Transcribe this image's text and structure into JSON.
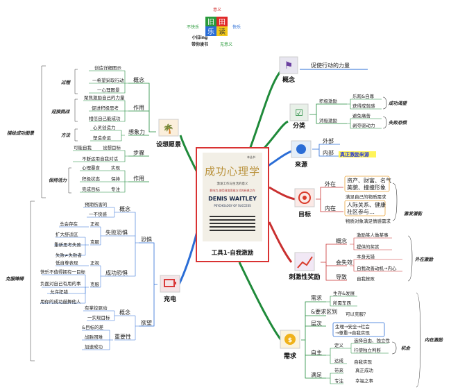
{
  "logo": {
    "top": "意义",
    "left": "不快乐",
    "right": "快乐",
    "bottom": "无意义",
    "cells": [
      "旧",
      "田",
      "乐",
      "读"
    ],
    "brand1": "小旧ing",
    "brand2": "带你读书"
  },
  "center": {
    "cover_title": "成功心理学",
    "cover_sub": "激发工作与生活的意义",
    "cover_tag": "影响力,使用改变思维方式的经典之作",
    "author": "DENIS WAITLEY",
    "author_sub": "PSYCHOLOGY OF SUCCESS",
    "publisher": "本丛书",
    "label": "工具1-自我激励"
  },
  "branches": {
    "concept": {
      "title": "概念",
      "items": [
        "促使行动的力量"
      ]
    },
    "classify": {
      "title": "分类",
      "pos": "积极激励",
      "neg": "消极激励",
      "pos_items": [
        "乐观&自尊",
        "获得成就感"
      ],
      "neg_items": [
        "避免痛苦",
        "剥夺驱动力"
      ],
      "pos_note": "成功渴望",
      "neg_note": "失败恐惧"
    },
    "source": {
      "title": "来源",
      "items": [
        "外部",
        "内部"
      ],
      "highlight": "真正激励来源"
    },
    "goal": {
      "title": "目标",
      "outer": "外在",
      "inner": "内在",
      "outer_text1": "资产、财富、名气",
      "outer_text2": "美貌、撞撞形象",
      "outer_note": "满足自己的物质需求",
      "inner_text1": "人际关系、健康",
      "inner_text2": "社区参与…",
      "inner_note": "物质对象满足情感需求",
      "note": "激发潜能"
    },
    "stimulus": {
      "title": "刺激性奖励",
      "items": [
        "概念",
        "会失效",
        "导致"
      ],
      "c_items": [
        "激励某人做某事",
        "提供的奖赏"
      ],
      "f_items": [
        "本身无错",
        "自我改善动机→内心"
      ],
      "d_items": [
        "自我挫败"
      ],
      "note": "外在激励"
    },
    "need": {
      "title": "需求",
      "items": [
        "需求",
        "&要求区别",
        "层次",
        "自主",
        "满足"
      ],
      "need_items": [
        "生存&发展",
        "所需东西"
      ],
      "diff_items": [
        "可以克服？"
      ],
      "level_items": [
        "生理→安全→社会",
        "→尊重→自我实现"
      ],
      "auto_items": [
        "定义",
        "达成"
      ],
      "def_items": [
        "选择自由、独立性",
        "行使独立判断"
      ],
      "reach_items": [
        "自我实现"
      ],
      "sat_items": [
        "带来",
        "专注"
      ],
      "bring": "真正成功",
      "focus": "幸福之事",
      "note_chance": "机会",
      "note": "内在激励"
    },
    "vision": {
      "title": "设想愿景",
      "groups": [
        "概念",
        "作用",
        "想象力",
        "步骤",
        "作用"
      ],
      "g1": [
        "创造详细图示",
        "一希望采取行动",
        "一心理图景"
      ],
      "g2": [
        "聚焦激励自己的力量",
        "促进积极思考",
        "相信自己能成功"
      ],
      "g3": [
        "心灵创造力",
        "塑造命运"
      ],
      "g4": [
        "可能自我",
        "设想目标",
        "不断运用自我对话"
      ],
      "g5": [
        "心理暴食",
        "积极状态",
        "完成目标"
      ],
      "g5r": [
        "实现",
        "保持",
        "专注"
      ],
      "side": [
        "过程",
        "迎接挑战",
        "方法",
        "保持活力"
      ],
      "root": "描绘成功图景"
    },
    "charge": {
      "title": "充电",
      "fear": "恐惧",
      "desire": "欲望",
      "fear_groups": [
        "概念",
        "失败恐惧",
        "成功恐惧"
      ],
      "fear_c": [
        "预期伤害的",
        "一不快感"
      ],
      "fail_sub": [
        "正视",
        "克服"
      ],
      "fail_items": [
        "总会存在",
        "扩大舒适区",
        "重新思考失败",
        "失败≠失败者"
      ],
      "succ_sub": [
        "正视",
        "克服"
      ],
      "succ_items": [
        "低自尊表现",
        "快乐不值得拥有一目标",
        "负面对自己有用的事",
        "允许犯错",
        "用你的成功鼓舞他人"
      ],
      "desire_groups": [
        "概念",
        "重要性"
      ],
      "desire_c": [
        "有掌控驱动",
        "一实现目标"
      ],
      "desire_imp": [
        "&目标的差",
        "战胜困难",
        "加速成功"
      ],
      "root": "克服障碍"
    }
  }
}
